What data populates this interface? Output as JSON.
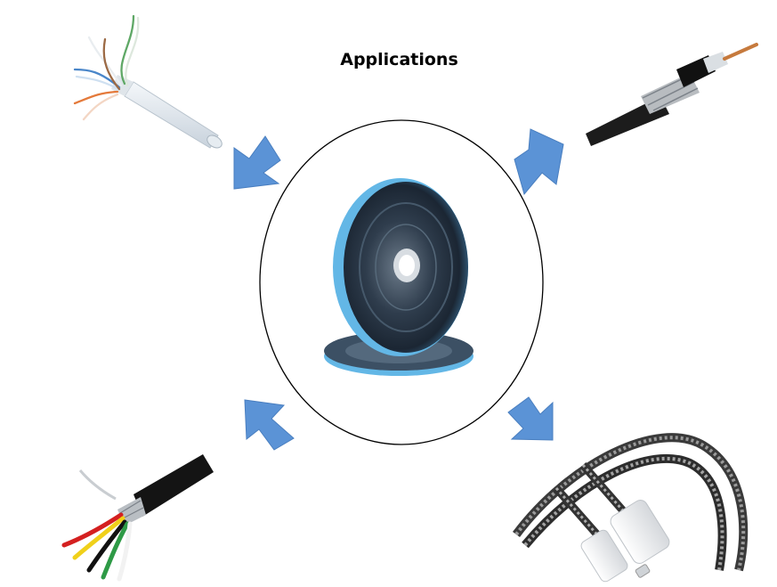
{
  "title": "Applications",
  "colors": {
    "arrow": "#5b93d6",
    "arrow_stroke": "#4a7fc0",
    "tape_edge": "#63b7e6",
    "tape_face": "#2e3b4a",
    "outline": "#000000"
  },
  "items": {
    "center": "foil-tape-reel",
    "top_left": "lan-cable-image",
    "top_right": "coaxial-cable-image",
    "bottom_left": "shielded-multicore-cable-image",
    "bottom_right": "metal-braided-usb-cable-image"
  }
}
